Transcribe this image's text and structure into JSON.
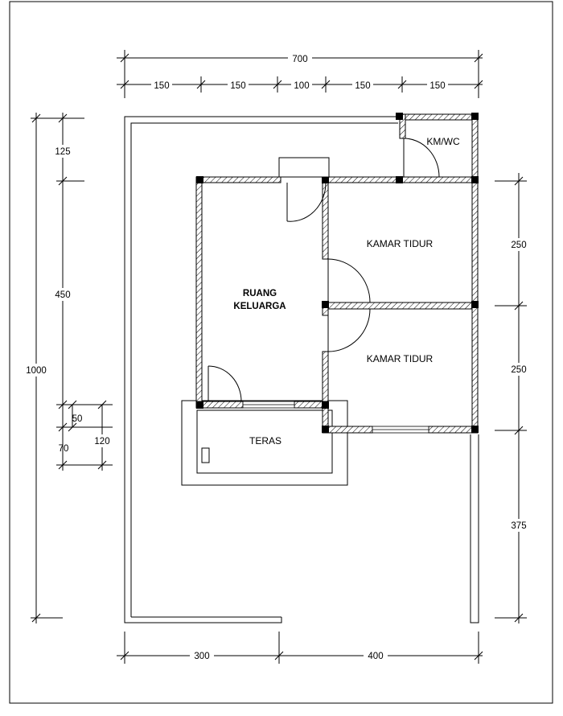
{
  "plan": {
    "rooms": {
      "kmwc": "KM/WC",
      "kamar_tidur_1": "KAMAR TIDUR",
      "kamar_tidur_2": "KAMAR TIDUR",
      "ruang_keluarga_line1": "RUANG",
      "ruang_keluarga_line2": "KELUARGA",
      "teras": "TERAS"
    },
    "dimensions": {
      "top_total": "700",
      "top_segments": [
        "150",
        "150",
        "100",
        "150",
        "150"
      ],
      "bottom_segments": [
        "300",
        "400"
      ],
      "left_total": "1000",
      "left_segments": [
        "125",
        "450"
      ],
      "left_small": [
        "50",
        "70"
      ],
      "left_teras": "120",
      "right_segments": [
        "250",
        "250",
        "375"
      ]
    }
  }
}
